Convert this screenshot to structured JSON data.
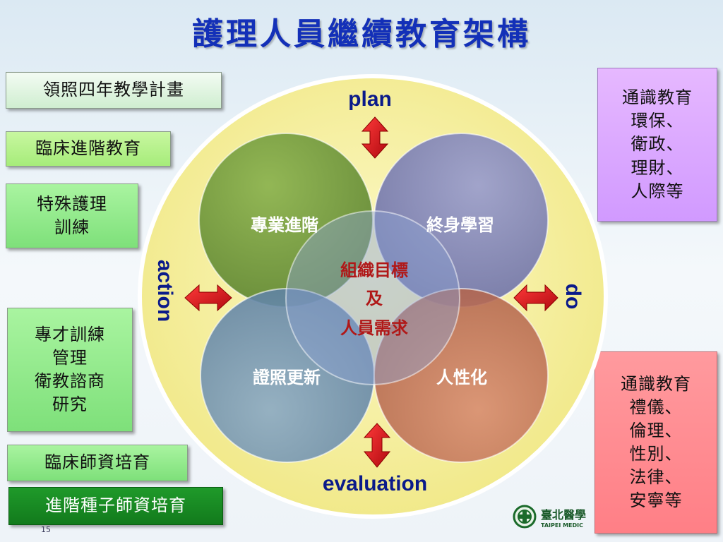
{
  "title": "護理人員繼續教育架構",
  "left_boxes": [
    [
      "領照四年教學計畫"
    ],
    [
      "臨床進階教育"
    ],
    [
      "特殊護理",
      "訓練"
    ],
    [
      "專才訓練",
      "管理",
      "衛教諮商",
      "研究"
    ],
    [
      "臨床師資培育"
    ],
    [
      "進階種子師資培育"
    ]
  ],
  "right_boxes": {
    "general_top": [
      "通識教育",
      "環保、",
      "衛政、",
      "理財、",
      "人際等"
    ],
    "general_bottom": [
      "通識教育",
      "禮儀、",
      "倫理、",
      "性別、",
      "法律、",
      "安寧等"
    ]
  },
  "cycle": {
    "plan": "plan",
    "do": "do",
    "evaluation": "evaluation",
    "action": "action"
  },
  "quadrants": {
    "top_left": "專業進階",
    "top_right": "終身學習",
    "bottom_left": "證照更新",
    "bottom_right": "人性化"
  },
  "center": [
    "組織目標",
    "及",
    "人員需求"
  ],
  "logo": {
    "zh": "臺北醫學",
    "en": "TAIPEI MEDIC"
  },
  "page_number": "15",
  "colors": {
    "title": "#1330b8",
    "circle_fill": "#f7f1a8",
    "green_quadrant": "#6f9a3a",
    "purple_quadrant": "#7b7fb8",
    "blue_quadrant": "#6d8fb0",
    "red_quadrant": "#c2745c",
    "arrow": "#d8141c",
    "center_text": "#b01818"
  }
}
